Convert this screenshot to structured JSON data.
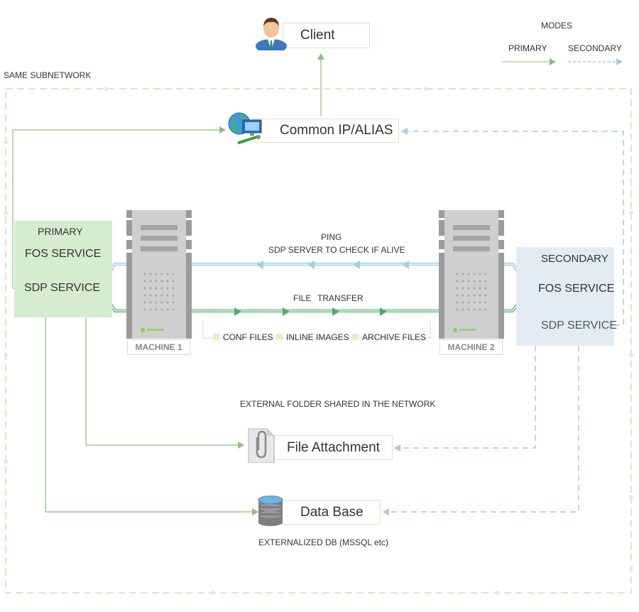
{
  "legend": {
    "title": "MODES",
    "primary": "PRIMARY",
    "secondary": "SECONDARY"
  },
  "subnetwork_label": "SAME SUBNETWORK",
  "client": {
    "label": "Client"
  },
  "common_ip": {
    "label": "Common IP/ALIAS"
  },
  "primary_panel": {
    "title": "PRIMARY",
    "fos": "FOS SERVICE",
    "sdp": "SDP SERVICE"
  },
  "secondary_panel": {
    "title": "SECONDARY",
    "fos": "FOS SERVICE",
    "sdp": "SDP SERVICE"
  },
  "machine1": {
    "label": "MACHINE 1"
  },
  "machine2": {
    "label": "MACHINE 2"
  },
  "ping": {
    "line1": "PING",
    "line2": "SDP SERVER TO CHECK IF ALIVE"
  },
  "transfer": {
    "word1": "FILE",
    "word2": "TRANSFER"
  },
  "files": {
    "conf": "CONF FILES",
    "inline": "INLINE IMAGES",
    "archive": "ARCHIVE FILES"
  },
  "external_folder": "EXTERNAL FOLDER SHARED IN THE NETWORK",
  "file_attachment": {
    "label": "File Attachment"
  },
  "database": {
    "label": "Data Base",
    "note": "EXTERNALIZED DB (MSSQL  etc)"
  },
  "colors": {
    "primary_line": "#8dc07b",
    "secondary_line": "#8fbfd6",
    "primary_panel_bg": "#d6ecd0",
    "secondary_panel_bg": "#e3ecf5",
    "box_border": "#e9dcc3",
    "subnet_border": "#e0d8b0"
  }
}
